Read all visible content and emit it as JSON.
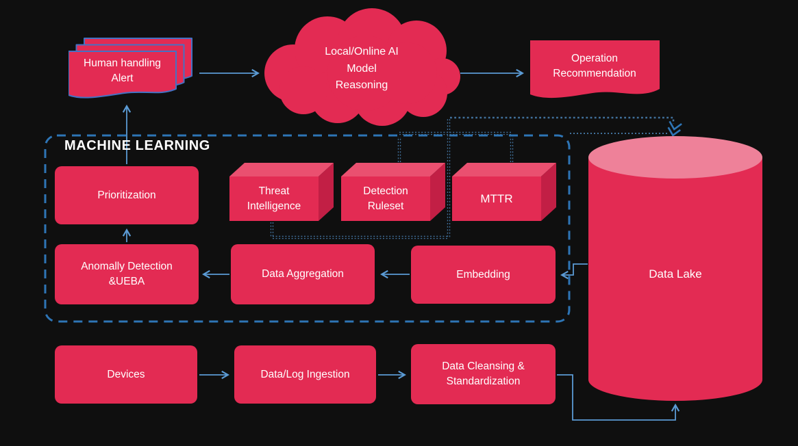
{
  "diagram": {
    "nodes": {
      "human_alert": "Human handling\nAlert",
      "ai_cloud": "Local/Online AI\nModel\nReasoning",
      "operation_recommendation": "Operation\nRecommendation",
      "ml_group": "MACHINE LEARNING",
      "prioritization": "Prioritization",
      "threat_intelligence": "Threat\nIntelligence",
      "detection_ruleset": "Detection\nRuleset",
      "mttr": "MTTR",
      "anomaly_detection": "Anomally Detection\n&UEBA",
      "data_aggregation": "Data Aggregation",
      "embedding": "Embedding",
      "devices": "Devices",
      "data_log_ingestion": "Data/Log Ingestion",
      "data_cleansing": "Data Cleansing &\nStandardization",
      "data_lake": "Data Lake"
    },
    "colors": {
      "background": "#0f0f0f",
      "shape_red": "#e32b53",
      "shape_red_top": "#ea5070",
      "shape_red_side": "#c21f45",
      "cylinder_top": "#ee8199",
      "arrow_blue": "#5b9bd5",
      "dash_blue": "#2e75b6",
      "dot_blue": "#41719c",
      "doc_border_blue": "#4472c4",
      "text": "#ffffff"
    }
  }
}
